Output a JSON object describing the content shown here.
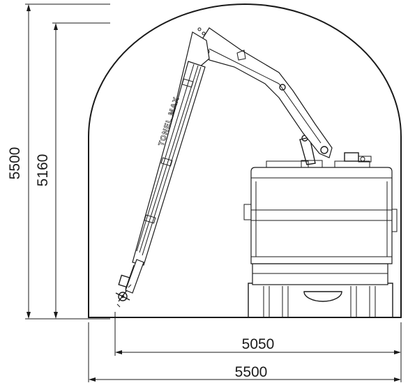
{
  "dimensions": {
    "outer_height": "5500",
    "inner_height": "5160",
    "inner_width": "5050",
    "outer_width": "5500"
  },
  "machine": {
    "boom_logo": "TONEL MAX"
  },
  "colors": {
    "line": "#1a1a1a",
    "background": "#ffffff"
  }
}
